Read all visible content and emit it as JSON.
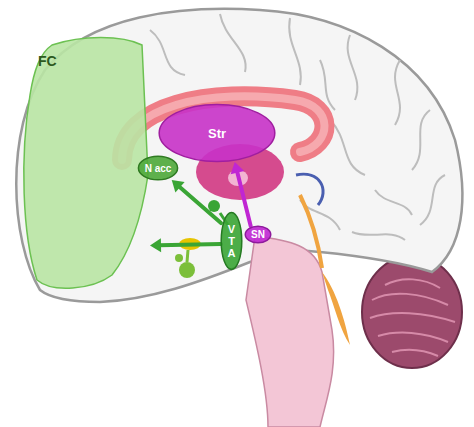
{
  "diagram": {
    "nodes": [
      {
        "text": [
          "FC"
        ]
      },
      {
        "text": [
          "Str"
        ]
      },
      {
        "text": [
          "N acc"
        ]
      },
      {
        "text": [
          "VTA"
        ]
      },
      {
        "text": [
          "SN"
        ]
      }
    ],
    "edges": [
      {
        "from": 3,
        "to": 0,
        "arrow": "to"
      },
      {
        "from": 3,
        "to": 2,
        "arrow": "to"
      },
      {
        "from": 4,
        "to": 1,
        "arrow": "to"
      }
    ]
  }
}
